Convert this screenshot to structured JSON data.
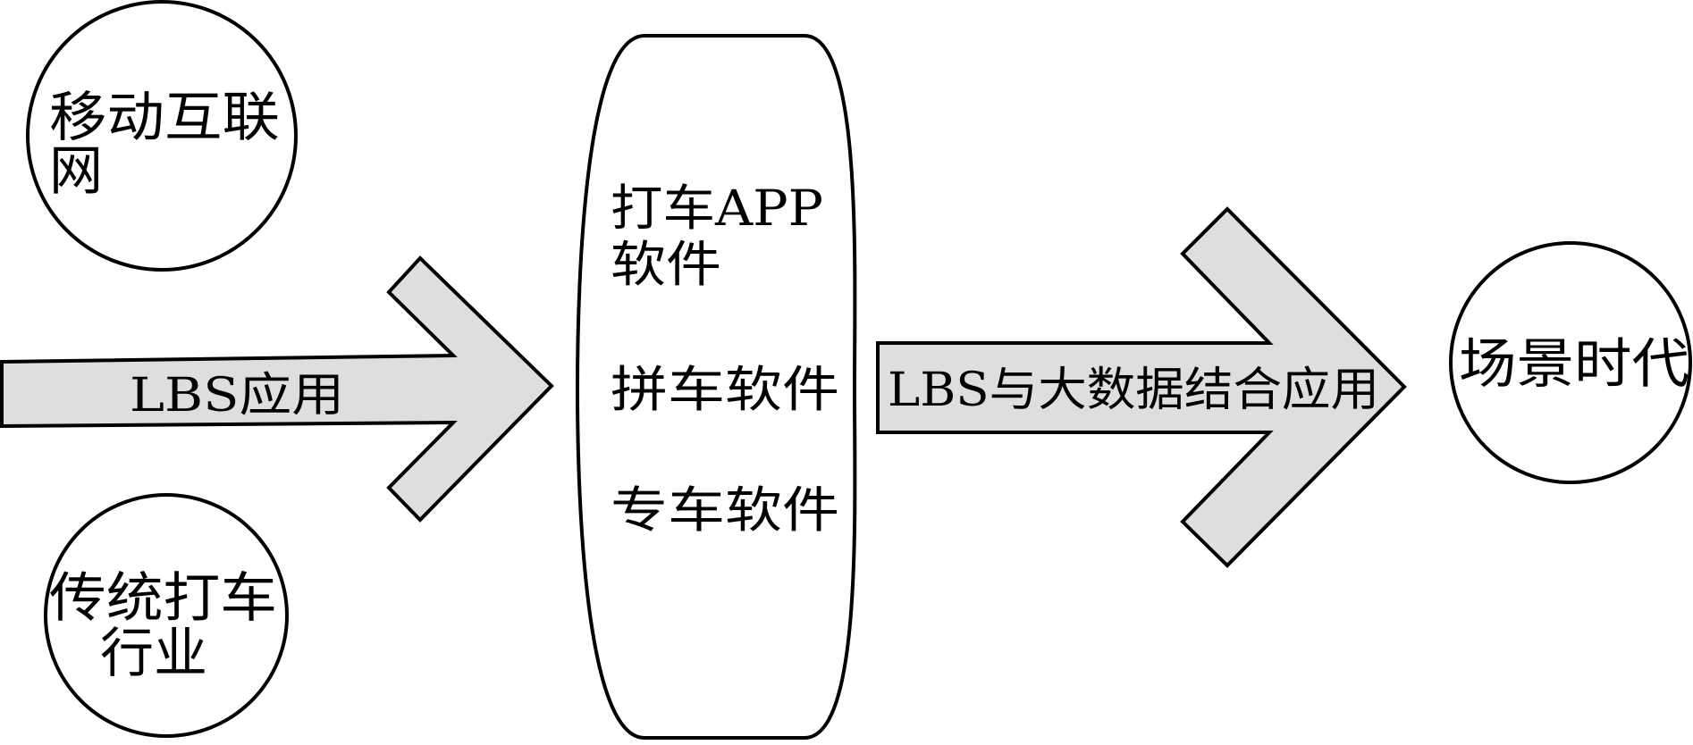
{
  "diagram": {
    "inputs": {
      "mobile_internet": {
        "line1": "移动互联",
        "line2": "网"
      },
      "traditional_taxi": {
        "line1": "传统打车",
        "line2": "行业"
      }
    },
    "arrow_left": {
      "label": "LBS应用"
    },
    "center": {
      "item1": {
        "line1": "打车APP",
        "line2": "软件"
      },
      "item2": "拼车软件",
      "item3": "专车软件"
    },
    "arrow_right": {
      "label": "LBS与大数据结合应用"
    },
    "output": {
      "label": "场景时代"
    }
  },
  "colors": {
    "arrow_fill": "#dedede",
    "stroke": "#000000",
    "background": "#ffffff"
  }
}
